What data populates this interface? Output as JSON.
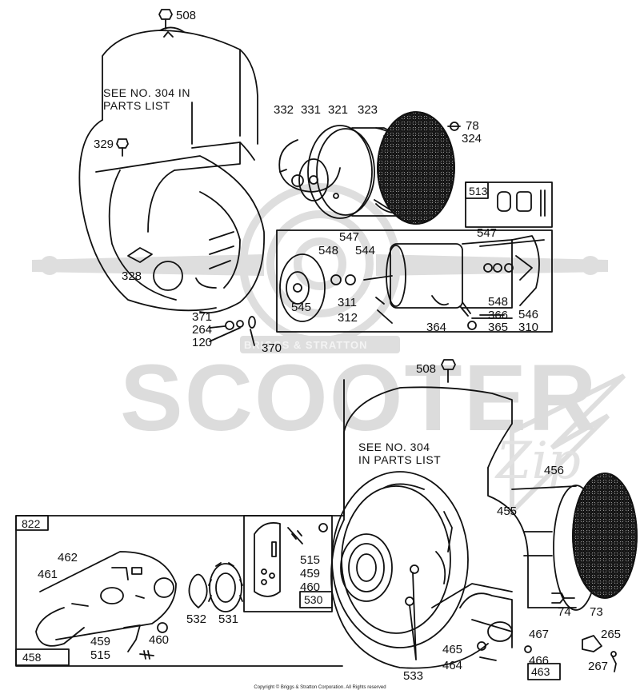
{
  "watermark": {
    "brand_small": "BRIGGS & STRATTON",
    "brand_large": "SCOOTER",
    "script": "Zip",
    "color": "#d8d8d8"
  },
  "notes": {
    "top": [
      "SEE NO. 304 IN",
      "PARTS LIST"
    ],
    "bottom": [
      "SEE NO. 304",
      "IN PARTS LIST"
    ]
  },
  "boxes": {
    "b513": "513",
    "b822": "822",
    "b458": "458",
    "b530": "530",
    "b463": "463"
  },
  "labels": {
    "p508a": "508",
    "p332": "332",
    "p331": "331",
    "p321": "321",
    "p323": "323",
    "p78": "78",
    "p324": "324",
    "p329": "329",
    "p328": "328",
    "p547a": "547",
    "p548a": "548",
    "p544": "544",
    "p547b": "547",
    "p545": "545",
    "p311": "311",
    "p312": "312",
    "p364": "364",
    "p366": "366",
    "p365": "365",
    "p548b": "548",
    "p546": "546",
    "p310": "310",
    "p371": "371",
    "p264": "264",
    "p120": "120",
    "p370": "370",
    "p508b": "508",
    "p456": "456",
    "p455": "455",
    "p462": "462",
    "p461": "461",
    "p459a": "459",
    "p515a": "515",
    "p460a": "460",
    "p532": "532",
    "p531": "531",
    "p515b": "515",
    "p459b": "459",
    "p460b": "460",
    "p74": "74",
    "p73": "73",
    "p533": "533",
    "p465": "465",
    "p464": "464",
    "p467": "467",
    "p466": "466",
    "p265": "265",
    "p267": "267"
  },
  "copyright": "Copyright © Briggs & Stratton Corporation. All Rights reserved"
}
